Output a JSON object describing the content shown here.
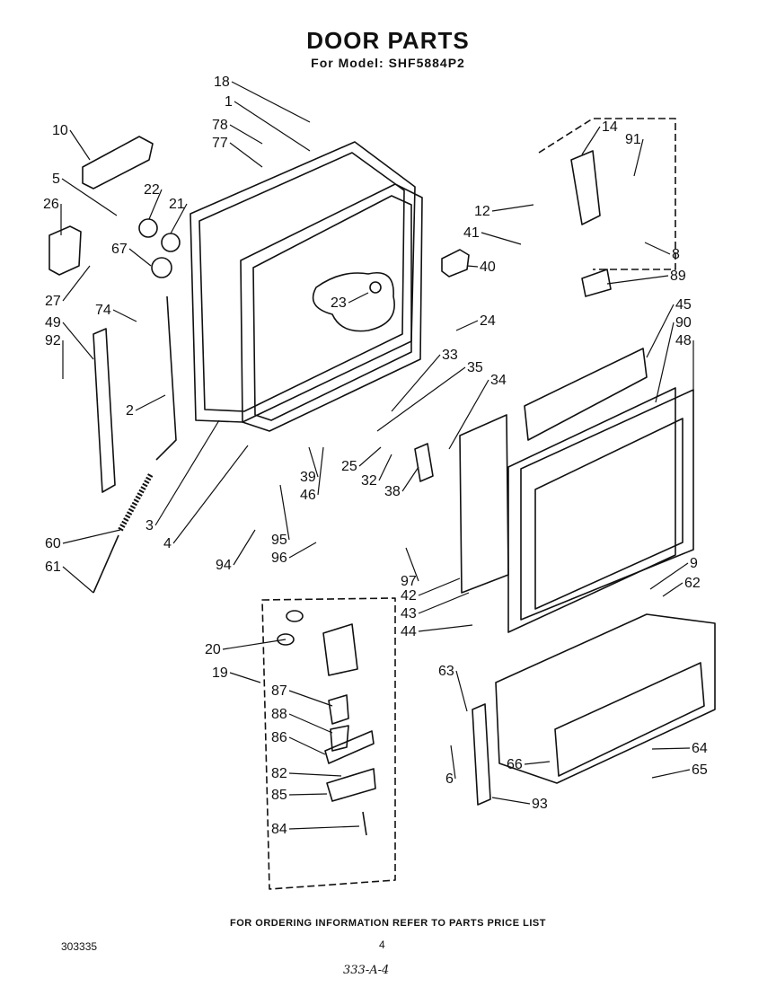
{
  "header": {
    "title": "DOOR PARTS",
    "model_line": "For Model: SHF5884P2"
  },
  "footer": {
    "ordering_note": "FOR ORDERING INFORMATION REFER TO PARTS PRICE LIST",
    "doc_number": "303335",
    "page_number": "4",
    "handwritten_code": "333-A-4"
  },
  "part_labels": [
    "18",
    "1",
    "78",
    "77",
    "10",
    "5",
    "26",
    "22",
    "21",
    "67",
    "27",
    "74",
    "49",
    "92",
    "2",
    "3",
    "4",
    "60",
    "61",
    "14",
    "91",
    "12",
    "41",
    "8",
    "40",
    "89",
    "23",
    "24",
    "33",
    "35",
    "34",
    "45",
    "90",
    "48",
    "39",
    "46",
    "25",
    "32",
    "38",
    "95",
    "94",
    "96",
    "97",
    "42",
    "43",
    "44",
    "9",
    "62",
    "20",
    "19",
    "87",
    "88",
    "86",
    "82",
    "85",
    "84",
    "63",
    "6",
    "66",
    "64",
    "65",
    "93"
  ]
}
